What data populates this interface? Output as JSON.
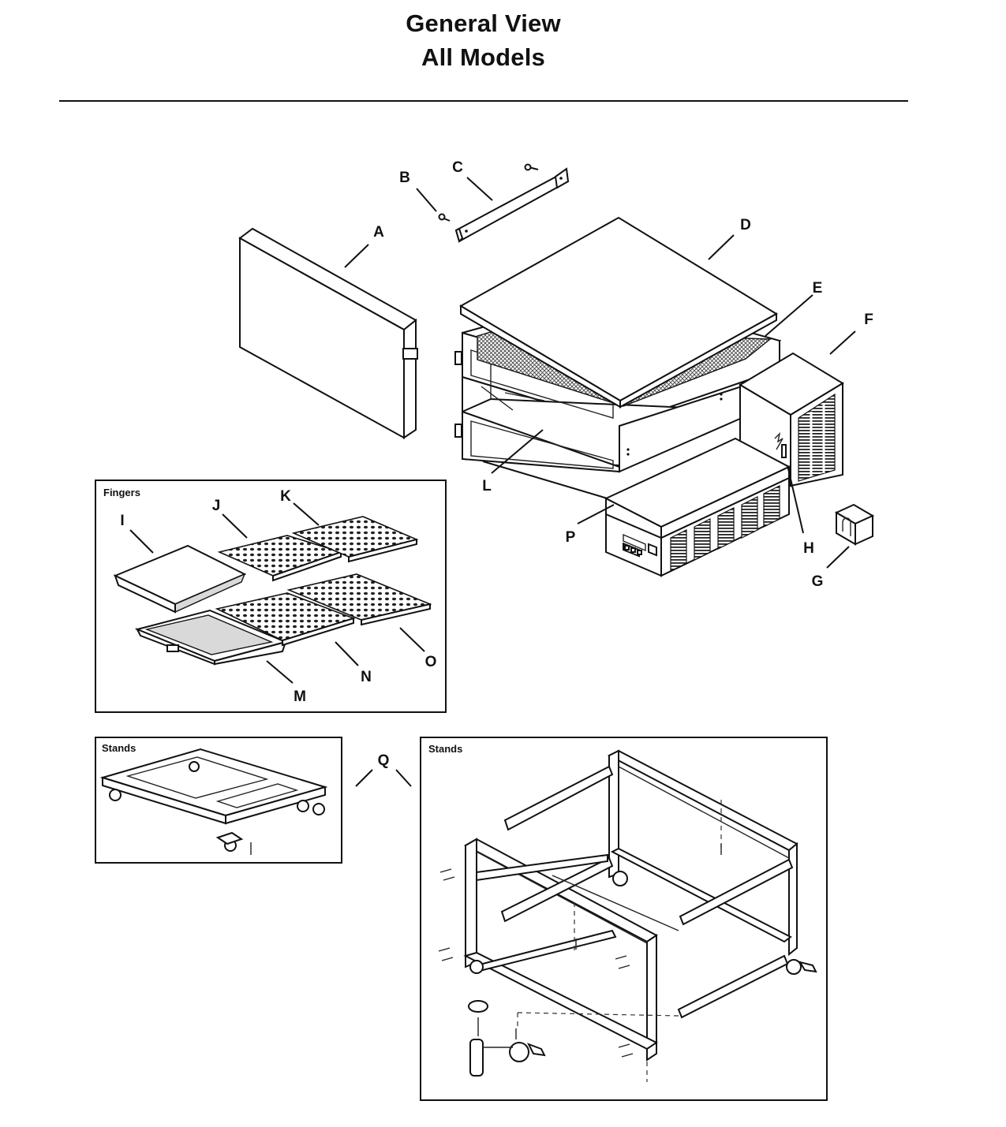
{
  "header": {
    "title_line1": "General View",
    "title_line2": "All Models"
  },
  "callouts": {
    "A": "A",
    "B": "B",
    "C": "C",
    "D": "D",
    "E": "E",
    "F": "F",
    "G": "G",
    "H": "H",
    "I": "I",
    "J": "J",
    "K": "K",
    "L": "L",
    "M": "M",
    "N": "N",
    "O": "O",
    "P": "P",
    "Q": "Q"
  },
  "boxes": {
    "fingers": "Fingers",
    "stands_small": "Stands",
    "stands_large": "Stands"
  }
}
